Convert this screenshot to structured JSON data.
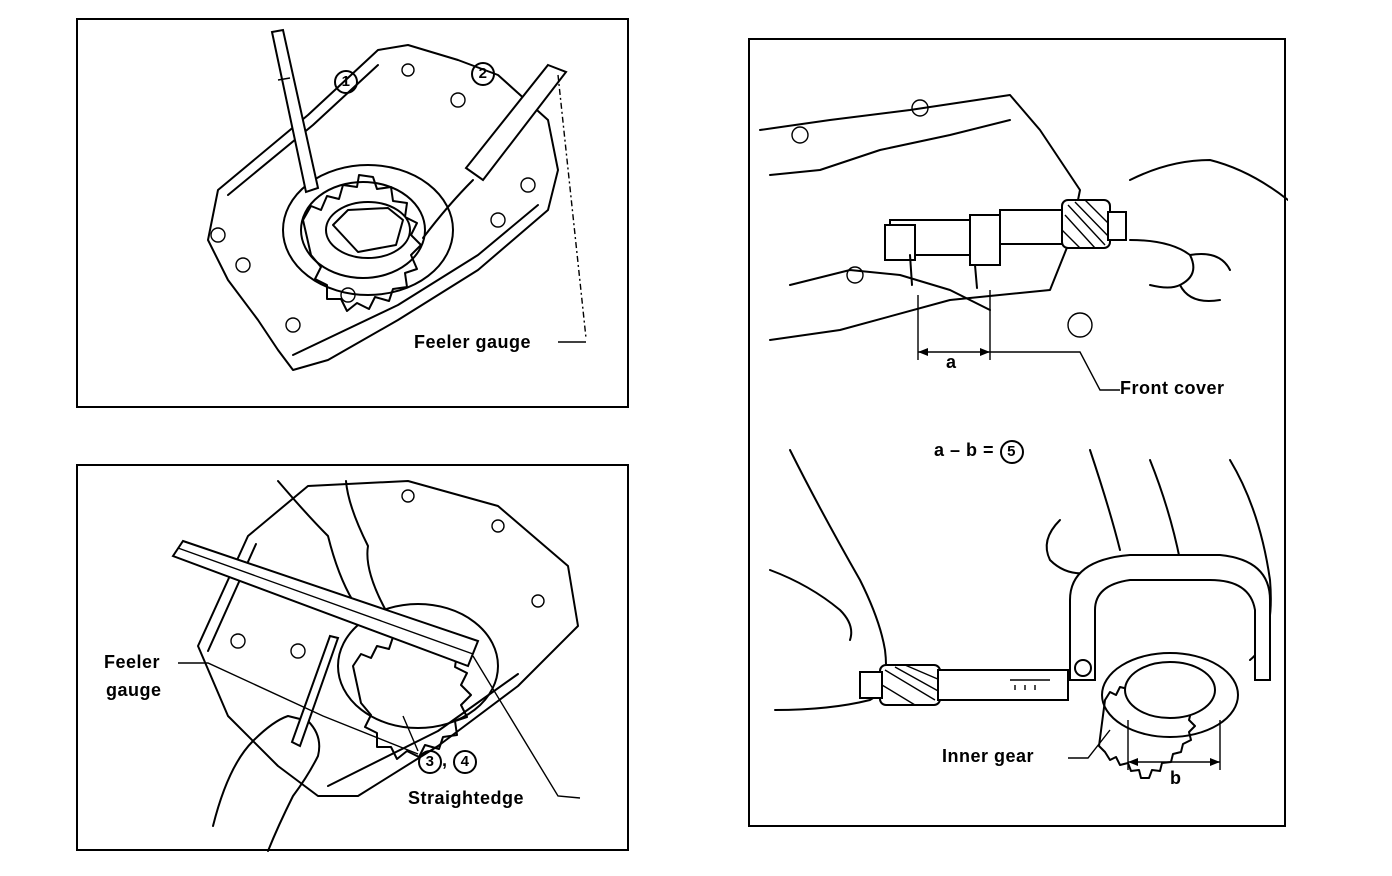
{
  "panel1": {
    "callout_1": "1",
    "callout_2": "2",
    "feeler_gauge": "Feeler gauge"
  },
  "panel2": {
    "feeler_gauge_line1": "Feeler",
    "feeler_gauge_line2": "gauge",
    "callout_3": "3",
    "separator": ",",
    "callout_4": "4",
    "straightedge": "Straightedge"
  },
  "panel3": {
    "dim_a": "a",
    "front_cover": "Front cover",
    "formula": "a – b =",
    "callout_5": "5",
    "inner_gear": "Inner gear",
    "dim_b": "b"
  }
}
